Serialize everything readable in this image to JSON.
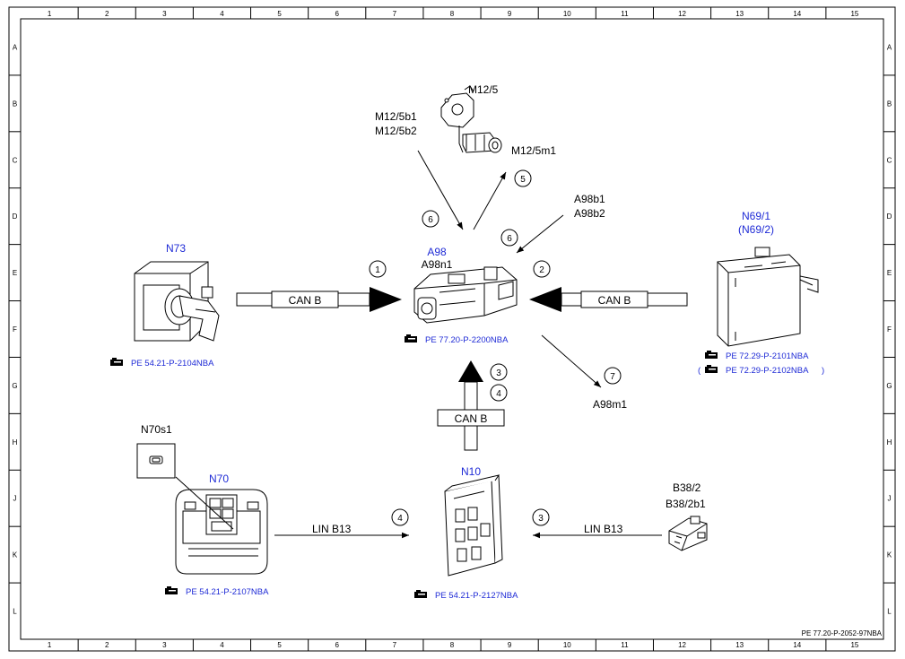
{
  "frame": {
    "columns": [
      "1",
      "2",
      "3",
      "4",
      "5",
      "6",
      "7",
      "8",
      "9",
      "10",
      "11",
      "12",
      "13",
      "14",
      "15"
    ],
    "rows": [
      "A",
      "B",
      "C",
      "D",
      "E",
      "F",
      "G",
      "H",
      "J",
      "K",
      "L"
    ],
    "doc_id": "PE 77.20-P-2052-97NBA"
  },
  "components": {
    "n73": {
      "code": "N73",
      "ref": "PE 54.21-P-2104NBA"
    },
    "a98": {
      "code": "A98",
      "sub": "A98n1",
      "ref": "PE 77.20-P-2200NBA"
    },
    "n69": {
      "code": "N69/1",
      "alt": "(N69/2)",
      "ref": "PE 72.29-P-2101NBA",
      "ref_alt": "PE 72.29-P-2102NBA"
    },
    "m12": {
      "code": "M12/5",
      "sensor1": "M12/5b1",
      "sensor2": "M12/5b2",
      "motor": "M12/5m1"
    },
    "a98b": {
      "b1": "A98b1",
      "b2": "A98b2"
    },
    "a98m1": {
      "code": "A98m1"
    },
    "n70s1": {
      "code": "N70s1"
    },
    "n70": {
      "code": "N70",
      "ref": "PE 54.21-P-2107NBA"
    },
    "n10": {
      "code": "N10",
      "ref": "PE 54.21-P-2127NBA"
    },
    "b38": {
      "code": "B38/2",
      "sub": "B38/2b1"
    }
  },
  "connections": {
    "can_left": "CAN B",
    "can_right": "CAN B",
    "can_bottom": "CAN B",
    "lin_left": "LIN B13",
    "lin_right": "LIN B13"
  },
  "steps": {
    "s1": "1",
    "s2": "2",
    "s3a": "3",
    "s4a": "4",
    "s5": "5",
    "s6a": "6",
    "s6b": "6",
    "s7": "7",
    "s4b": "4",
    "s3b": "3"
  },
  "icons": {
    "ref": "pointing-hand-icon"
  },
  "colors": {
    "link": "#1f2bd6",
    "line": "#000000"
  }
}
